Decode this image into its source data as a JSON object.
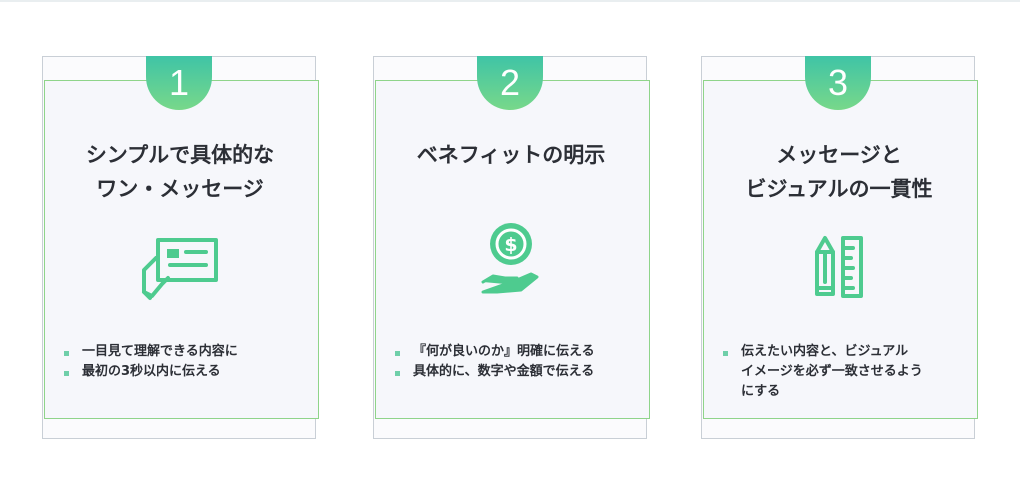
{
  "cards": [
    {
      "number": "1",
      "title_lines": [
        "シンプルで具体的な",
        "ワン・メッセージ"
      ],
      "icon": "message-card-icon",
      "bullets": [
        "一目見て理解できる内容に",
        "最初の3秒以内に伝える"
      ]
    },
    {
      "number": "2",
      "title_lines": [
        "ベネフィットの明示"
      ],
      "icon": "coin-hand-icon",
      "bullets": [
        "『何が良いのか』明確に伝える",
        "具体的に、数字や金額で伝える"
      ]
    },
    {
      "number": "3",
      "title_lines": [
        "メッセージと",
        "ビジュアルの一貫性"
      ],
      "icon": "pencil-ruler-icon",
      "bullets": [
        "伝えたい内容と、ビジュアル",
        "イメージを必ず一致させるよう",
        "にする"
      ]
    }
  ],
  "colors": {
    "accent_green": "#8fd48a",
    "badge_gradient_start": "#3fc4a6",
    "badge_gradient_end": "#78d88a",
    "icon_green": "#4ecb8f",
    "bullet": "#6fcfa9",
    "card_bg": "#f6f7fb",
    "text": "#2c2f36"
  }
}
